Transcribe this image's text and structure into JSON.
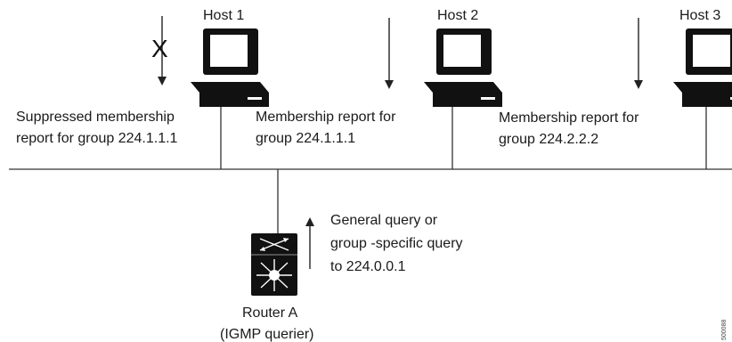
{
  "hosts": [
    {
      "label": "Host 1",
      "report": [
        "Suppressed membership",
        "report for group 224.1.1.1"
      ],
      "suppressed_mark": "X"
    },
    {
      "label": "Host 2",
      "report": [
        "Membership report for",
        "group 224.1.1.1"
      ]
    },
    {
      "label": "Host 3",
      "report": [
        "Membership report for",
        "group 224.2.2.2"
      ]
    }
  ],
  "router": {
    "label": "Router A",
    "role": "(IGMP querier)",
    "query": [
      "General query or",
      "group -specific query",
      "to 224.0.0.1"
    ]
  },
  "figure_id": "500088",
  "colors": {
    "line": "#333333",
    "text": "#1a1a1a",
    "monitor": "#111111",
    "screen": "#ffffff"
  }
}
